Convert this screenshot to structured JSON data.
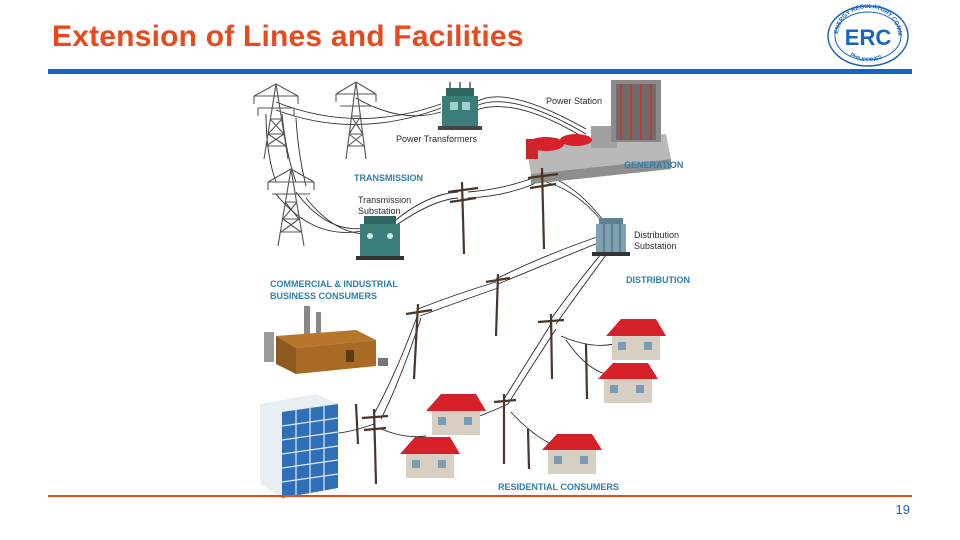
{
  "slide": {
    "title": "Extension of Lines and Facilities",
    "page_number": "19"
  },
  "logo": {
    "text": "ERC",
    "ring_text": "ENERGY REGULATORY COMMISSION",
    "country": "PHILIPPINES",
    "color": "#1565c0"
  },
  "diagram": {
    "labels": {
      "power_station": "Power Station",
      "power_transformers": "Power Transformers",
      "generation": "GENERATION",
      "transmission": "TRANSMISSION",
      "transmission_substation_line1": "Transmission",
      "transmission_substation_line2": "Substation",
      "distribution_substation_line1": "Distribution",
      "distribution_substation_line2": "Substation",
      "distribution": "DISTRIBUTION",
      "commercial_line1": "COMMERCIAL & INDUSTRIAL",
      "commercial_line2": "BUSINESS CONSUMERS",
      "residential": "RESIDENTIAL CONSUMERS"
    },
    "colors": {
      "label_blue": "#2e7fae",
      "roof_red": "#d6202a",
      "transformer_teal": "#3b7d78",
      "pole_brown": "#4a3526",
      "tower_gray": "#555555"
    }
  }
}
